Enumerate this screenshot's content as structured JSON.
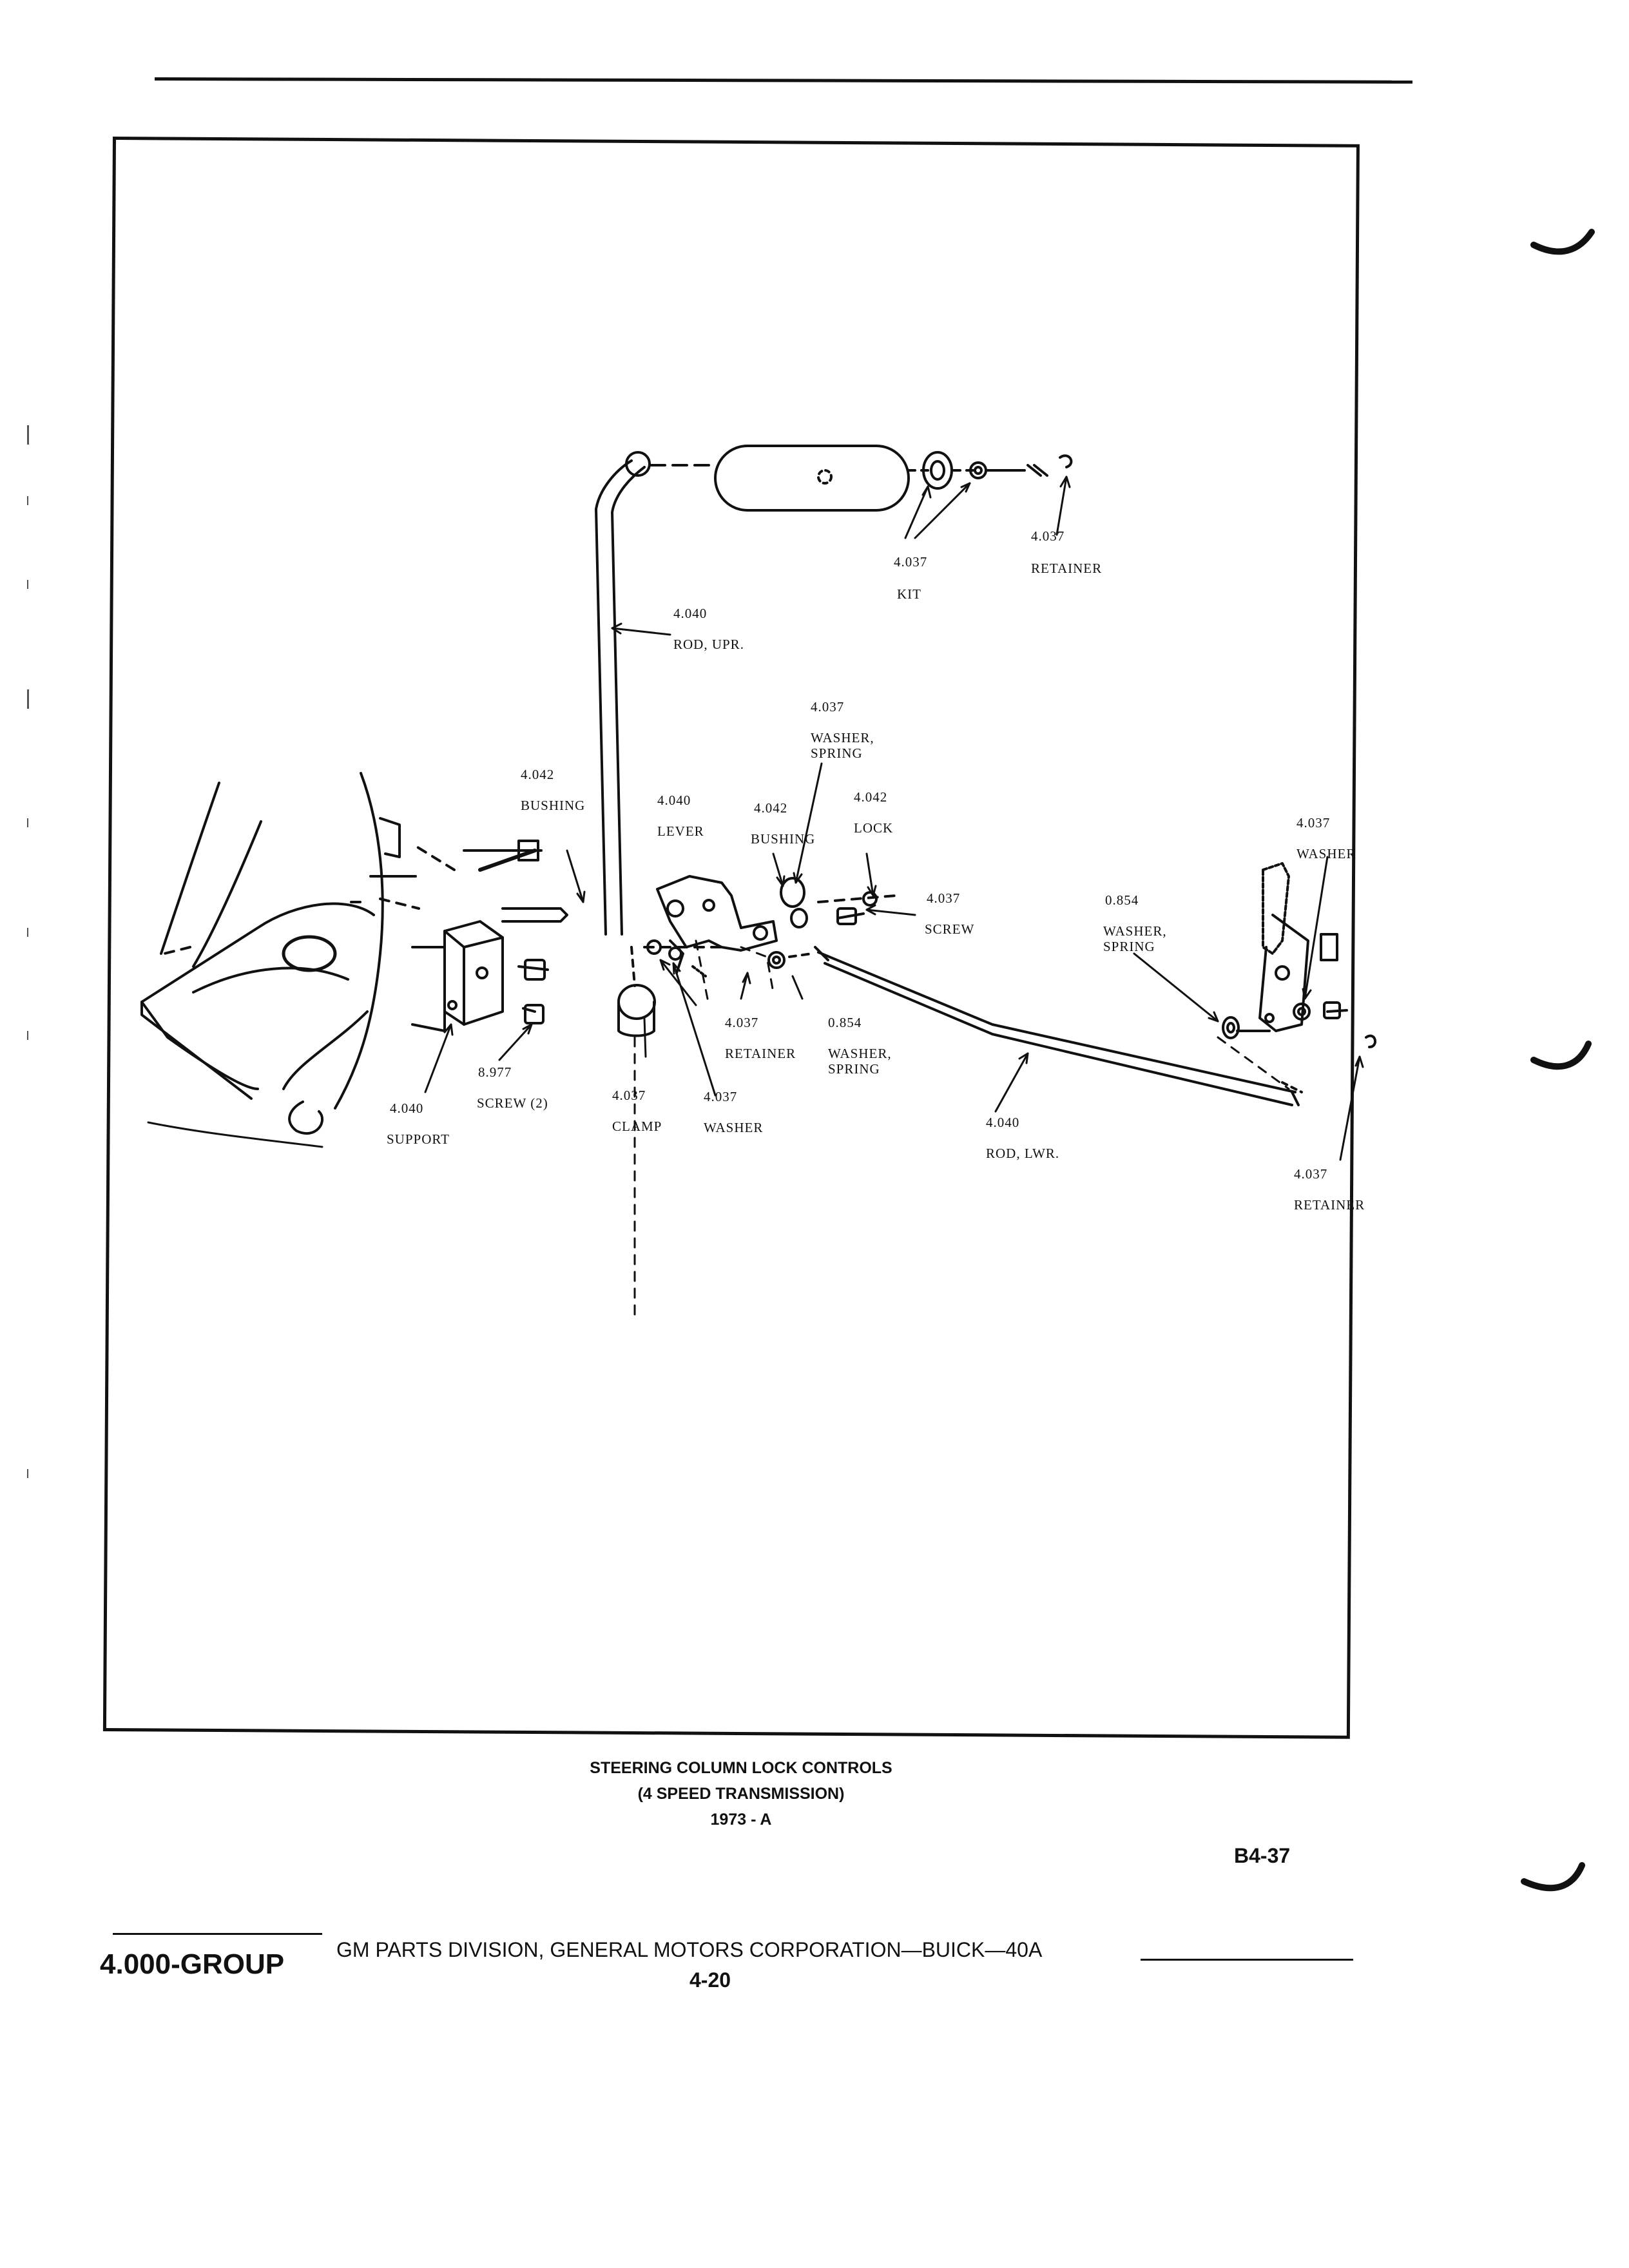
{
  "diagram": {
    "labels": {
      "kit_num": "4.037",
      "kit_name": "KIT",
      "retainer_top_num": "4.037",
      "retainer_top_name": "RETAINER",
      "rod_upr_num": "4.040",
      "rod_upr_name": "ROD, UPR.",
      "washer_spring_top_num": "4.037",
      "washer_spring_top_name_1": "WASHER,",
      "washer_spring_top_name_2": "SPRING",
      "bushing_left_num": "4.042",
      "bushing_left_name": "BUSHING",
      "lever_num": "4.040",
      "lever_name": "LEVER",
      "bushing_mid_num": "4.042",
      "bushing_mid_name": "BUSHING",
      "lock_num": "4.042",
      "lock_name": "LOCK",
      "screw_num": "4.037",
      "screw_name": "SCREW",
      "washer_spring_right_num": "0.854",
      "washer_spring_right_name_1": "WASHER,",
      "washer_spring_right_name_2": "SPRING",
      "washer_right_num": "4.037",
      "washer_right_name": "WASHER",
      "retainer_mid_num": "4.037",
      "retainer_mid_name": "RETAINER",
      "washer_spring_mid_num": "0.854",
      "washer_spring_mid_name_1": "WASHER,",
      "washer_spring_mid_name_2": "SPRING",
      "screw2_num": "8.977",
      "screw2_name": "SCREW (2)",
      "support_num": "4.040",
      "support_name": "SUPPORT",
      "clamp_num": "4.037",
      "clamp_name": "CLAMP",
      "washer_mid_num": "4.037",
      "washer_mid_name": "WASHER",
      "rod_lwr_num": "4.040",
      "rod_lwr_name": "ROD, LWR.",
      "retainer_right_num": "4.037",
      "retainer_right_name": "RETAINER"
    }
  },
  "caption": {
    "title": "STEERING COLUMN LOCK CONTROLS",
    "subtitle": "(4 SPEED TRANSMISSION)",
    "year": "1973 - A",
    "figure_id": "B4-37"
  },
  "footer": {
    "group": "4.000-GROUP",
    "division": "GM PARTS DIVISION, GENERAL MOTORS CORPORATION—BUICK—40A",
    "page": "4-20"
  }
}
